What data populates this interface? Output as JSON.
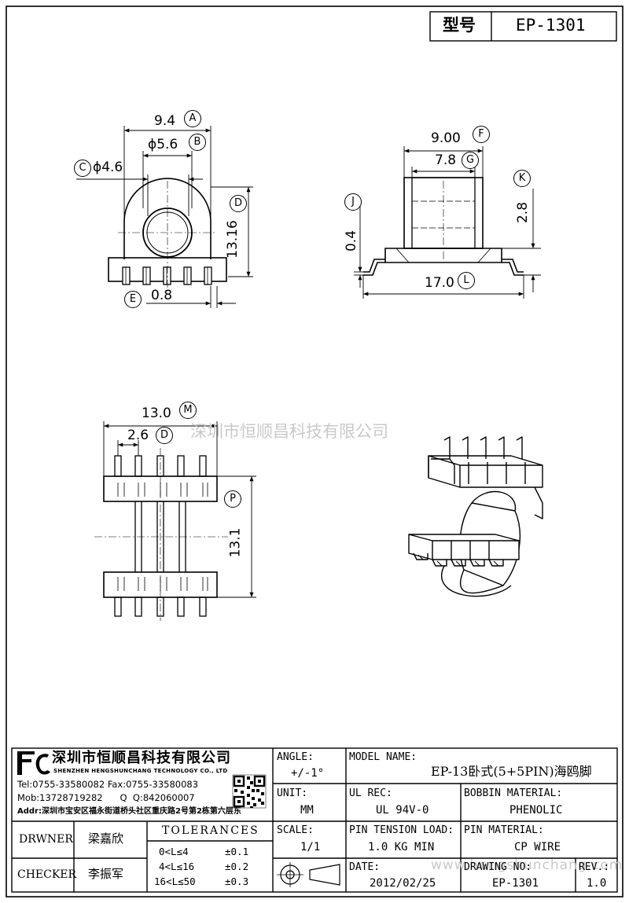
{
  "header": {
    "type_label": "型号",
    "model_code": "EP-1301"
  },
  "watermark": {
    "center_text": "深圳市恒顺昌科技有限公司",
    "corner_text": "www.hengshunchang.com"
  },
  "views": {
    "front": {
      "dim_a": "9.4",
      "tag_a": "A",
      "dim_b": "ϕ5.6",
      "tag_b": "B",
      "dim_c": "ϕ4.6",
      "tag_c": "C",
      "dim_d": "13.16",
      "tag_d": "D",
      "dim_e": "0.8",
      "tag_e": "E"
    },
    "side": {
      "dim_f": "9.00",
      "tag_f": "F",
      "dim_g": "7.8",
      "tag_g": "G",
      "dim_j": "0.4",
      "tag_j": "J",
      "dim_k": "2.8",
      "tag_k": "K",
      "dim_l": "17.0",
      "tag_l": "L"
    },
    "top": {
      "dim_m": "13.0",
      "tag_m": "M",
      "dim_pitch": "2.6",
      "tag_pitch": "D",
      "dim_p": "13.1",
      "tag_p": "P"
    }
  },
  "title_block": {
    "company": {
      "name": "深圳市恒顺昌科技有限公司",
      "name_en": "SHENZHEN HENGSHUNCHANG TECHNOLOGY CO., LTD",
      "tel_fax": "Tel:0755-33580082 Fax:0755-33580083",
      "mob_qq": "Mob:13728719282      Q  Q:842060007",
      "addr": "Addr:深圳市宝安区福永街道桥头社区重庆路2号第2栋第六层东"
    },
    "angle_label": "ANGLE:",
    "angle_value": "+/-1°",
    "unit_label": "UNIT:",
    "unit_value": "MM",
    "scale_label": "SCALE:",
    "scale_value": "1/1",
    "model_name_label": "MODEL NAME:",
    "model_name_value": "EP-13卧式(5+5PIN)海鸥脚",
    "ul_rec_label": "UL REC:",
    "ul_rec_value": "UL 94V-0",
    "bobbin_material_label": "BOBBIN MATERIAL:",
    "bobbin_material_value": "PHENOLIC",
    "pin_tension_label": "PIN TENSION LOAD:",
    "pin_tension_value": "1.0 KG MIN",
    "pin_material_label": "PIN MATERIAL:",
    "pin_material_value": "CP WIRE",
    "date_label": "DATE:",
    "date_value": "2012/02/25",
    "drawing_no_label": "DRAWING NO:",
    "drawing_no_value": "EP-1301",
    "rev_label": "REV.:",
    "rev_value": "1.0",
    "drawer_label": "DRWNER",
    "drawer_name": "梁嘉欣",
    "checker_label": "CHECKER",
    "checker_name": "李振军",
    "tolerances_title": "TOLERANCES",
    "tolerances": [
      {
        "range": "0<L≤4",
        "value": "±0.1"
      },
      {
        "range": "4<L≤16",
        "value": "±0.2"
      },
      {
        "range": "16<L≤50",
        "value": "±0.3"
      }
    ]
  }
}
